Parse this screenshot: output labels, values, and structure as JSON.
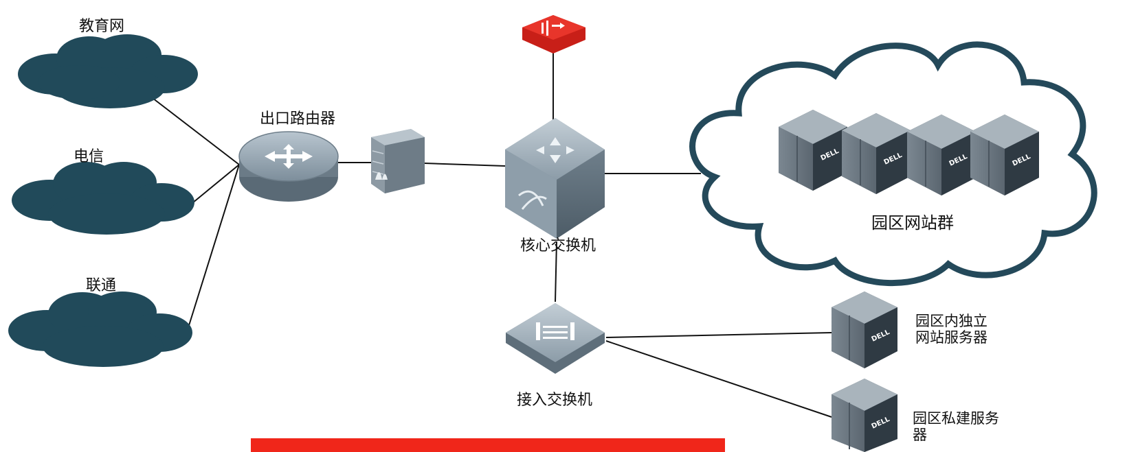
{
  "nodes": {
    "cloud_edu": {
      "label": "教育网"
    },
    "cloud_telecom": {
      "label": "电信"
    },
    "cloud_unicom": {
      "label": "联通"
    },
    "router": {
      "label": "出口路由器"
    },
    "core_switch": {
      "label": "核心交换机"
    },
    "access_switch": {
      "label": "接入交换机"
    },
    "web_cluster": {
      "label": "园区网站群",
      "server_brand": "DELL"
    },
    "independent_server": {
      "line1": "园区内独立",
      "line2": "网站服务器",
      "server_brand": "DELL"
    },
    "private_server": {
      "line1": "园区私建服务",
      "line2": "器",
      "server_brand": "DELL"
    }
  },
  "colors": {
    "cloud_dark": "#214a5a",
    "cloud_outline": "#24495a",
    "device_gray": "#8a9aa6",
    "server_dark": "#3a4650",
    "red_device": "#e0332a",
    "bottom_bar": "#f0261a"
  },
  "icons": [
    "router-icon",
    "firewall-icon",
    "core-switch-icon",
    "access-switch-icon",
    "security-device-icon",
    "server-icon",
    "cloud-icon"
  ]
}
